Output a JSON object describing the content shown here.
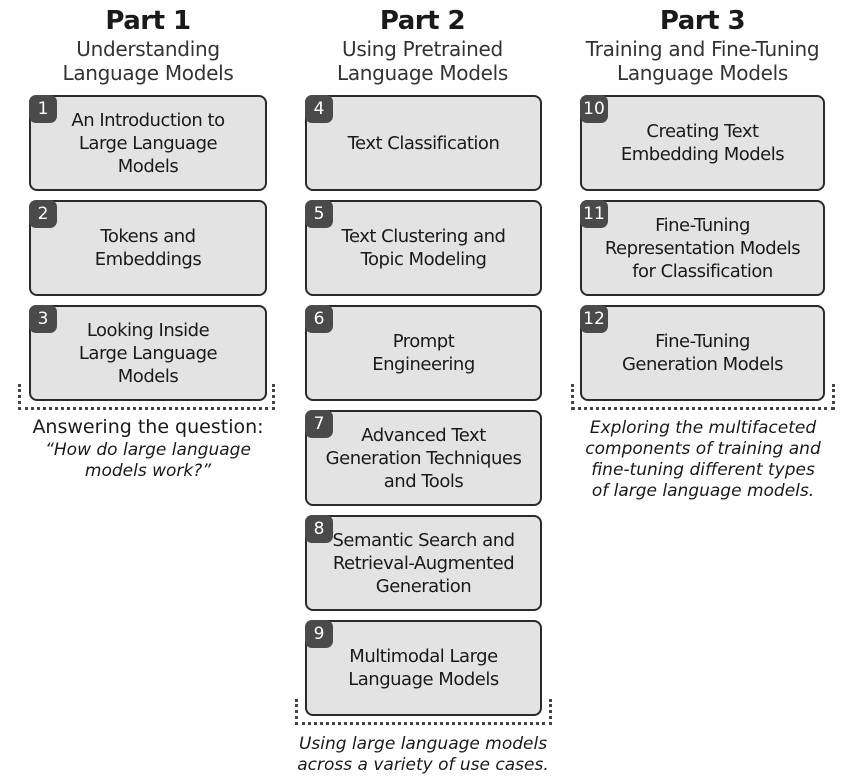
{
  "parts": [
    {
      "title": "Part 1",
      "subtitle": "Understanding\nLanguage Models",
      "chapters": [
        {
          "number": "1",
          "title": "An Introduction to\nLarge Language Models"
        },
        {
          "number": "2",
          "title": "Tokens and\nEmbeddings"
        },
        {
          "number": "3",
          "title": "Looking Inside\nLarge Language Models"
        }
      ],
      "caption_heading": "Answering the question:",
      "caption": "“How do large language\nmodels work?”"
    },
    {
      "title": "Part 2",
      "subtitle": "Using Pretrained\nLanguage Models",
      "chapters": [
        {
          "number": "4",
          "title": "Text Classification"
        },
        {
          "number": "5",
          "title": "Text Clustering and\nTopic Modeling"
        },
        {
          "number": "6",
          "title": "Prompt\nEngineering"
        },
        {
          "number": "7",
          "title": "Advanced Text\nGeneration Techniques\nand Tools"
        },
        {
          "number": "8",
          "title": "Semantic Search and\nRetrieval-Augmented\nGeneration"
        },
        {
          "number": "9",
          "title": "Multimodal Large\nLanguage Models"
        }
      ],
      "caption": "Using large language models\nacross a variety of use cases."
    },
    {
      "title": "Part 3",
      "subtitle": "Training and Fine-Tuning\nLanguage Models",
      "chapters": [
        {
          "number": "10",
          "title": "Creating Text\nEmbedding Models"
        },
        {
          "number": "11",
          "title": "Fine-Tuning\nRepresentation Models\nfor Classification"
        },
        {
          "number": "12",
          "title": "Fine-Tuning\nGeneration Models"
        }
      ],
      "caption": "Exploring the multifaceted\ncomponents of training and\nfine-tuning different types\nof large language models."
    }
  ]
}
